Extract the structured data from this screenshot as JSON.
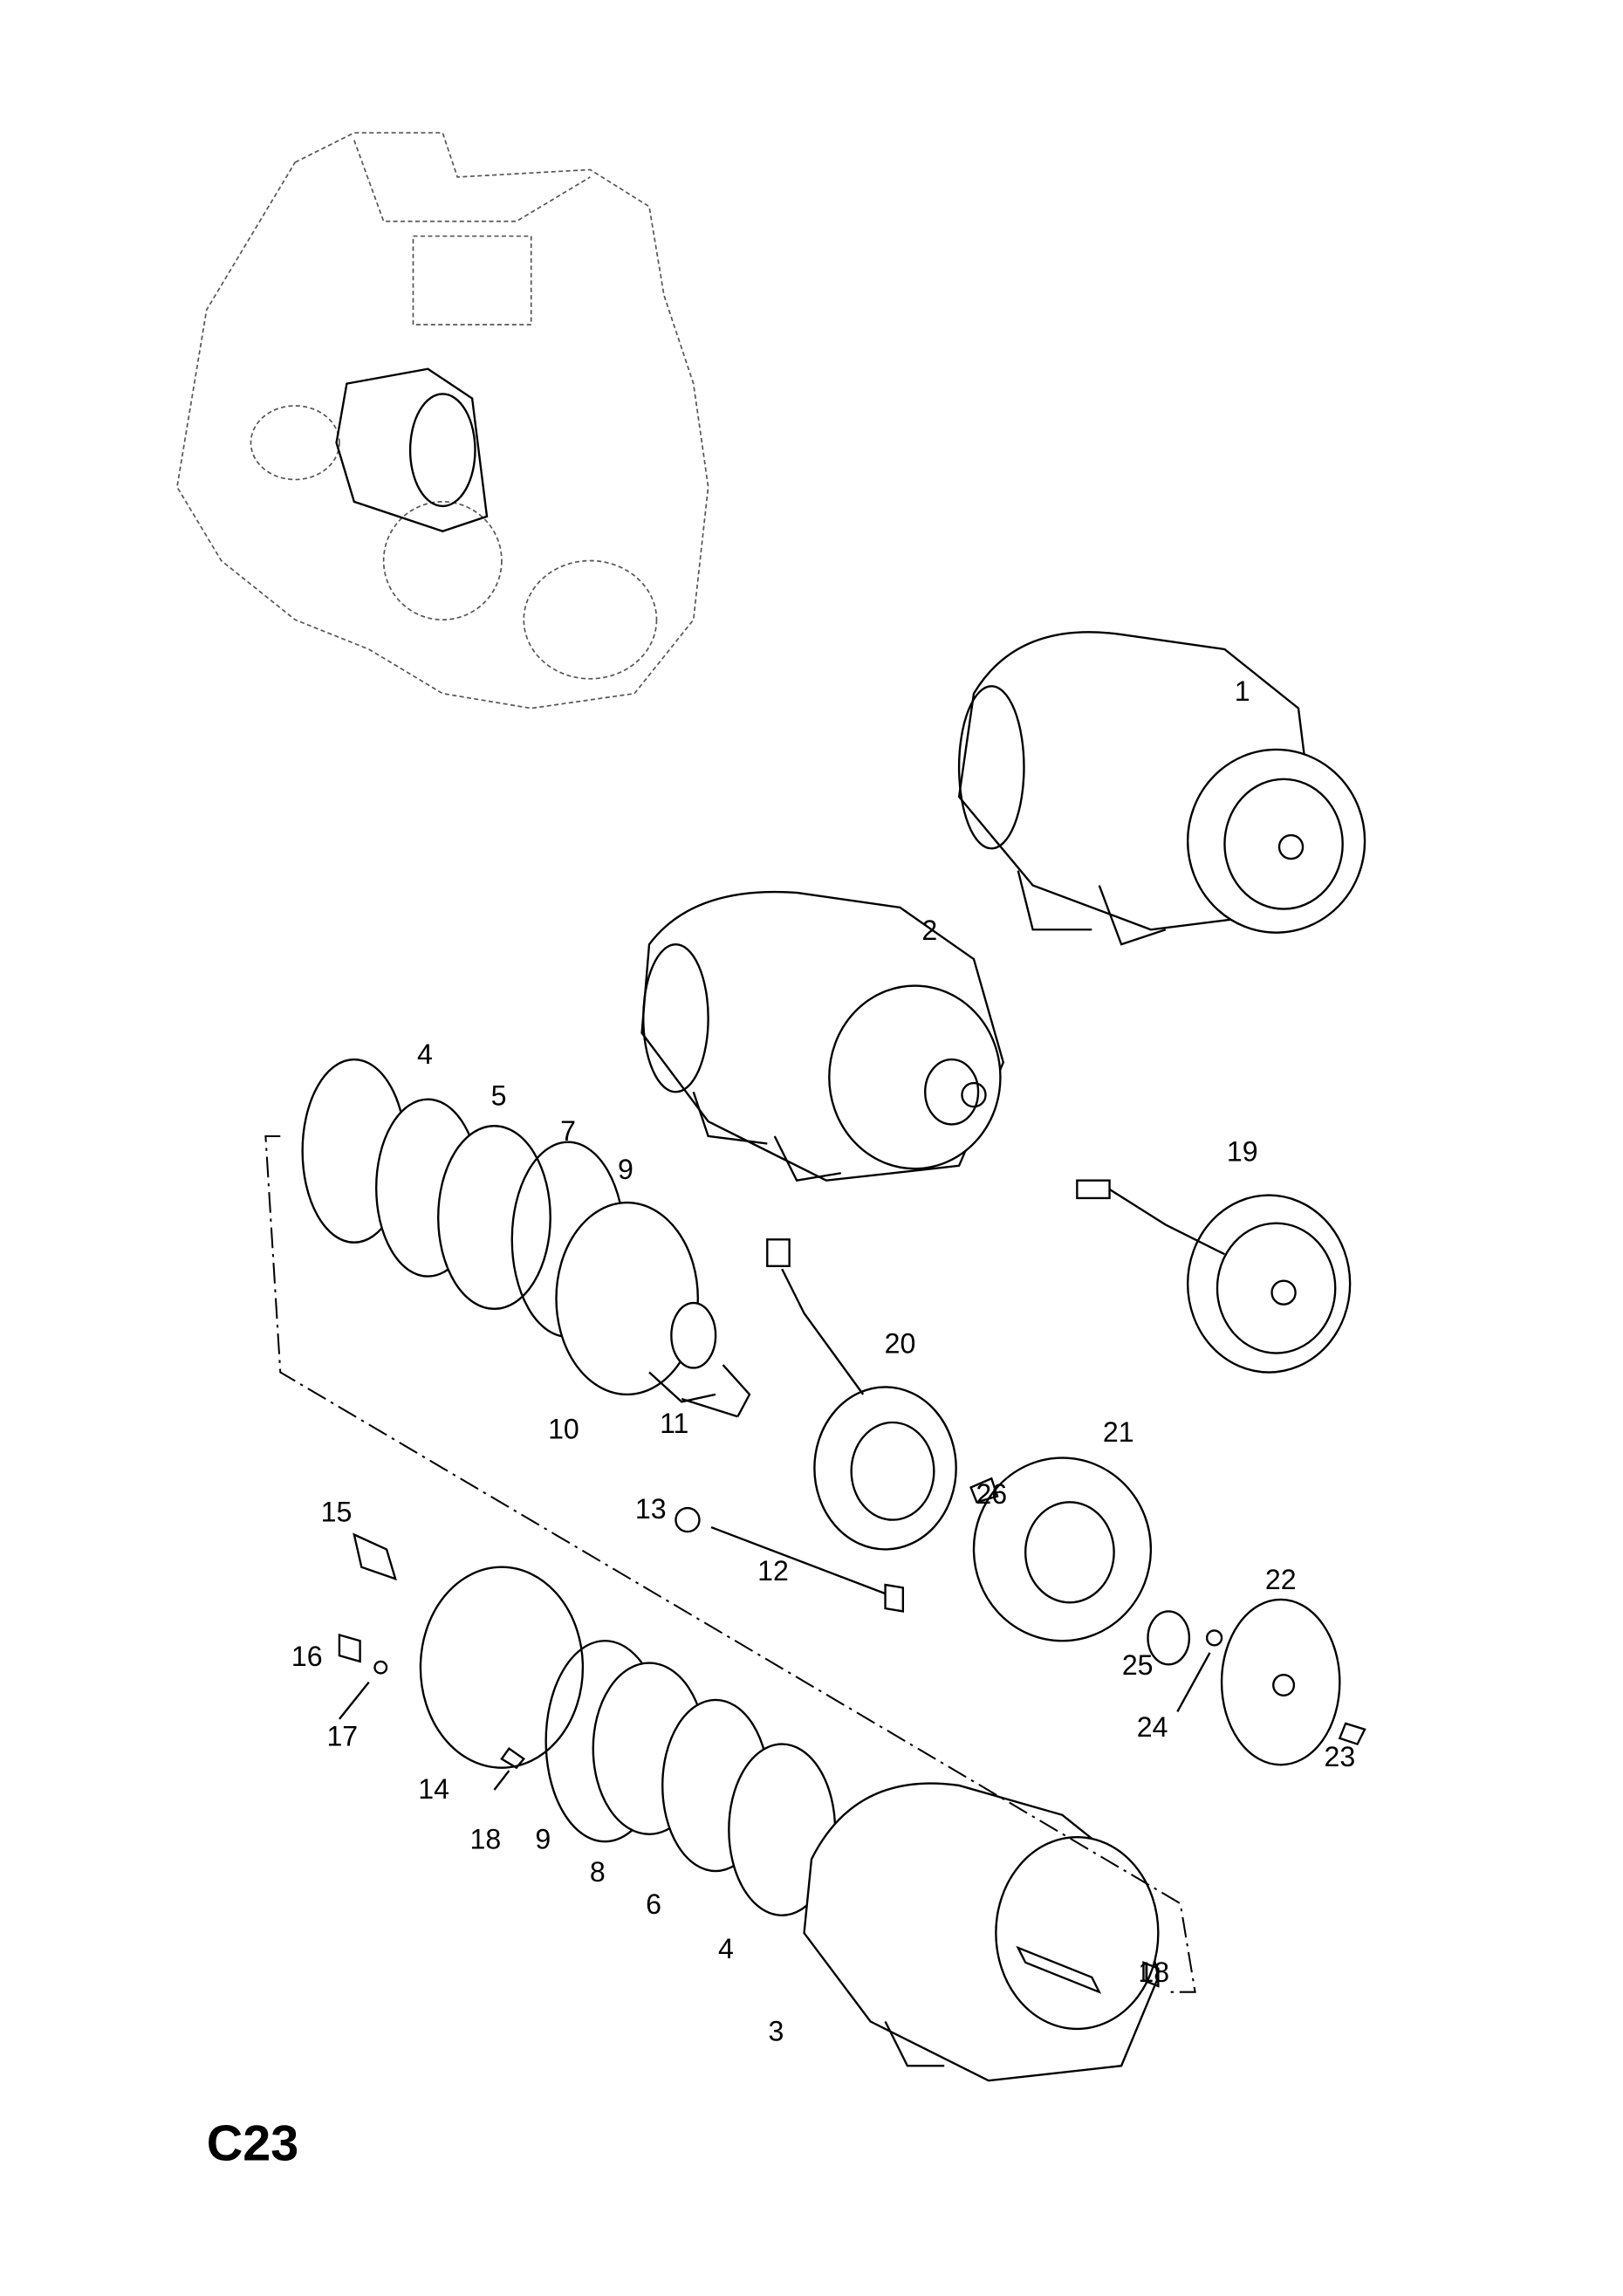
{
  "page_code": "C23",
  "callouts": [
    "1",
    "2",
    "4",
    "5",
    "7",
    "9",
    "10",
    "11",
    "20",
    "21",
    "26",
    "13",
    "12",
    "15",
    "16",
    "17",
    "14",
    "18",
    "9",
    "8",
    "6",
    "4",
    "3",
    "18",
    "19",
    "22",
    "25",
    "24",
    "23"
  ],
  "colors": {
    "ink": "#000000",
    "background": "#ffffff",
    "context_engine": "#555555"
  }
}
